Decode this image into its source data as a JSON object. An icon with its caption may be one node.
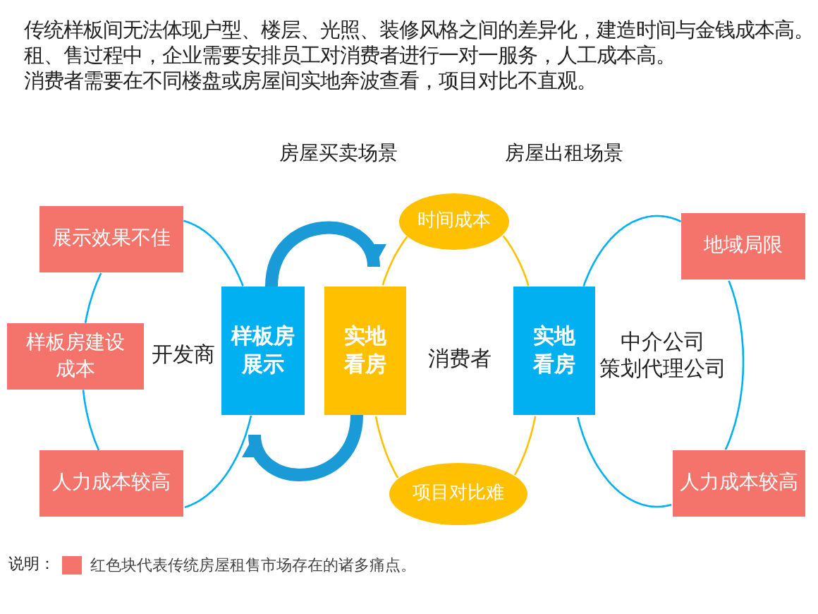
{
  "diagram": {
    "nodes": [
      {
        "text": [
          "展示效果不佳"
        ]
      },
      {
        "text": [
          "样板房建设成本"
        ]
      },
      {
        "text": [
          "人力成本较高"
        ]
      },
      {
        "text": [
          "样板房展示"
        ]
      },
      {
        "text": [
          "实地看房"
        ]
      },
      {
        "text": [
          "时间成本"
        ]
      },
      {
        "text": [
          "项目对比难"
        ]
      },
      {
        "text": [
          "实地看房"
        ]
      },
      {
        "text": [
          "地域局限"
        ]
      },
      {
        "text": [
          "人力成本较高"
        ]
      }
    ],
    "edges": [
      {
        "from": 0,
        "to": 1,
        "arrow": "none"
      },
      {
        "from": 1,
        "to": 2,
        "arrow": "none"
      },
      {
        "from": 2,
        "to": 3,
        "arrow": "none"
      },
      {
        "from": 3,
        "to": 0,
        "arrow": "none"
      },
      {
        "from": 3,
        "to": 4,
        "arrow": "to",
        "style": "thick",
        "color": "#1a9ad6"
      },
      {
        "from": 4,
        "to": 3,
        "arrow": "to",
        "style": "thick",
        "color": "#1a9ad6"
      },
      {
        "from": 5,
        "to": 4,
        "arrow": "none",
        "color": "#ffc000"
      },
      {
        "from": 4,
        "to": 6,
        "arrow": "none",
        "color": "#ffc000"
      },
      {
        "from": 6,
        "to": 7,
        "arrow": "none",
        "color": "#ffc000"
      },
      {
        "from": 7,
        "to": 5,
        "arrow": "none",
        "color": "#ffc000"
      },
      {
        "from": 7,
        "to": 8,
        "arrow": "none"
      },
      {
        "from": 8,
        "to": 9,
        "arrow": "none"
      },
      {
        "from": 9,
        "to": 7,
        "arrow": "none"
      }
    ],
    "labels": [
      "传统样板间无法体现户型、楼层、光照、装修风格之间的差异化，建造时间与金钱成本高。租、售过程中，企业需要安排员工对消费者进行一对一服务，人工成本高。",
      "消费者需要在不同楼盘或房屋间实地奔波查看，项目对比不直观。",
      "房屋买卖场景",
      "房屋出租场景",
      "开发商",
      "消费者",
      "中介公司",
      "策划代理公司",
      "说明："
    ],
    "legend": [
      {
        "text": "红色块代表传统房屋租售市场存在的诸多痛点。",
        "color": "#f4736a"
      }
    ]
  }
}
